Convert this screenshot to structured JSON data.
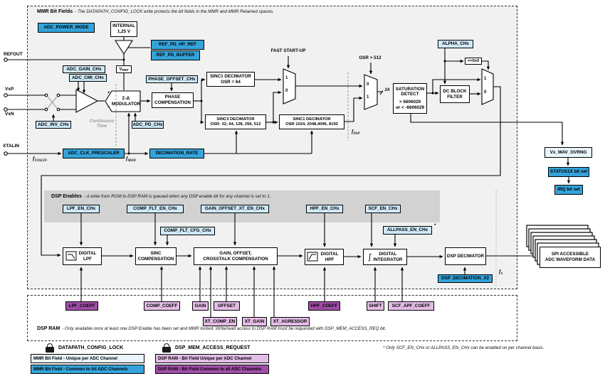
{
  "header": {
    "title": "MMR Bit Fields",
    "note": "- The DATAPATH_CONFIG_LOCK write protects the bit fields in the MMR and MMR Retained spaces."
  },
  "terminals": {
    "refout": "REFOUT",
    "vxp": "VxP",
    "vxn": "VxN",
    "xtalin": "XTALIN"
  },
  "mux": {
    "one": "1",
    "zero": "0"
  },
  "analog": {
    "adc_power_mode": "ADC_POWER_MODE",
    "internal_ref": "INTERNAL\n1,25 V",
    "ref_pd_hp_ref": "REF_PD_HP_REF",
    "ref_pd_buffer": "REF_PD_BUFFER",
    "vref_main": "V",
    "vref_sub": "REF",
    "adc_gain": "ADC_GAIN_CHx",
    "adc_cmi": "ADC_CMI_CHx",
    "adc_inv": "ADC_INV_CHx",
    "adc_pd": "ADC_PD_CHx",
    "modulator": "Σ-Δ\nMODULATOR",
    "plus": "+",
    "minus": "−",
    "continuous_time": "Continuous\nTime"
  },
  "clocking": {
    "adc_clk_prescaler": "ADC_CLK_PRESCALER",
    "decimation_rate": "DECIMATION_RATE",
    "f_xtalin_main": "f",
    "f_xtalin_sub": "XTALIN",
    "f_mod_main": "f",
    "f_mod_sub": "MOD",
    "f_dsp_main": "f",
    "f_dsp_sub": "DSP",
    "f_s_main": "f",
    "f_s_sub": "S"
  },
  "filter_chain": {
    "phase_offset": "PHASE_OFFSET_CHx",
    "phase_comp": "PHASE\nCOMPENSATION",
    "sinc1_64": "SINC1 DECIMATOR\nOSR = 64",
    "sinc3": "SINC3 DECIMATOR\nOSR: 32, 64, 128, 256, 512",
    "sinc1_1024": "SINC1 DECIMATOR\nOSR 1024, 2048,4096, 8192",
    "fast_startup": "FAST START-UP",
    "osr_gt_512": "OSR > 512",
    "bus_width": "24",
    "saturation_title": "SATURATION\nDETECT",
    "saturation_range": "> 6606029\nor < -6606029",
    "dc_block": "DC BLOCK\nFILTER",
    "alpha": "ALPHA_CHx",
    "alpha_zero_check": "==0x0"
  },
  "overrange": {
    "vx_wav_ovrng": "Vx_WAV_OVRNG",
    "status1x": "STATUS1X bit set",
    "irq": "IRQ bit set"
  },
  "dsp_enables": {
    "title": "DSP Enables",
    "note": "- A write from ROM to DSP RAM is queued when any DSP enable bit for any channel is set to 1.",
    "lpf_en": "LPF_EN_CHx",
    "comp_flt_en": "COMP_FLT_EN_CHx",
    "gain_offset_xt_en": "GAIN_OFFSET_XT_EN_CHx",
    "hpf_en": "HPF_EN_CHx",
    "scf_en": "SCF_EN_CHx",
    "comp_flt_cfg": "COMP_FLT_CFG_CHx",
    "allpass_en": "ALLPASS_EN_CHx",
    "footnote_star": "*"
  },
  "dsp_blocks": {
    "digital_lpf": "DIGITAL\nLPF",
    "sinc_comp": "SINC\nCOMPENSATION",
    "gain_offset": "GAIN, OFFSET,\nCROSSTALK COMPENSATION",
    "digital_hpf": "DIGITAL\nHPF",
    "digital_integrator": "DIGITAL\nINTEGRATOR",
    "integral_icon": "∫",
    "dsp_decimator": "DSP DECIMATOR",
    "dsp_decimation_x2": "DSP_DECIMATION_X2",
    "spi_output": "SPI ACCESSIBLE\nADC WAVEFORM DATA"
  },
  "dsp_ram": {
    "title": "DSP RAM",
    "note": "- Only available once at least one DSP Enable has been set and MMR locked. Write/read access to DSP RAM must be requested with DSP_MEM_ACCESS_REQ bit.",
    "lpf_coeff": "LPF_COEFF",
    "comp_coeff": "COMP_COEFF",
    "gain": "GAIN",
    "offset": "OFFSET",
    "xt_comp_en": "XT_COMP_EN",
    "xt_gain": "XT_GAIN",
    "xt_agressor": "XT_AGRESSOR",
    "hpf_coeff": "HPF_COEFF",
    "shift": "SHIFT",
    "scf_apf_coeff": "SCF_APF_COEFF"
  },
  "legend": {
    "datapath_config_lock": "DATAPATH_CONFIG_LOCK",
    "dsp_mem_access_request": "DSP_MEM_ACCESS_REQUEST",
    "mmr_unique": "MMR Bit Field - Unique per ADC Channel",
    "mmr_common": "MMR Bit Field - Common to All ADC Channels",
    "ram_unique": "DSP RAM - Bit Field Unique per ADC Channel",
    "ram_common": "DSP RAM - Bit Field Common to all ADC Channels",
    "footnote": "* Only SCF_EN_CHx or ALLPASS_EN_CHx can be enabled on per channel basis."
  },
  "colors": {
    "mmr_common_blue": "#35a3da",
    "mmr_unique_blue": "#cfe9f7",
    "ram_unique_purple": "#e4bde7",
    "ram_common_purple": "#a14fa8",
    "banner_gray": "#d2d2d3",
    "region_gray": "#f1f1f2"
  }
}
